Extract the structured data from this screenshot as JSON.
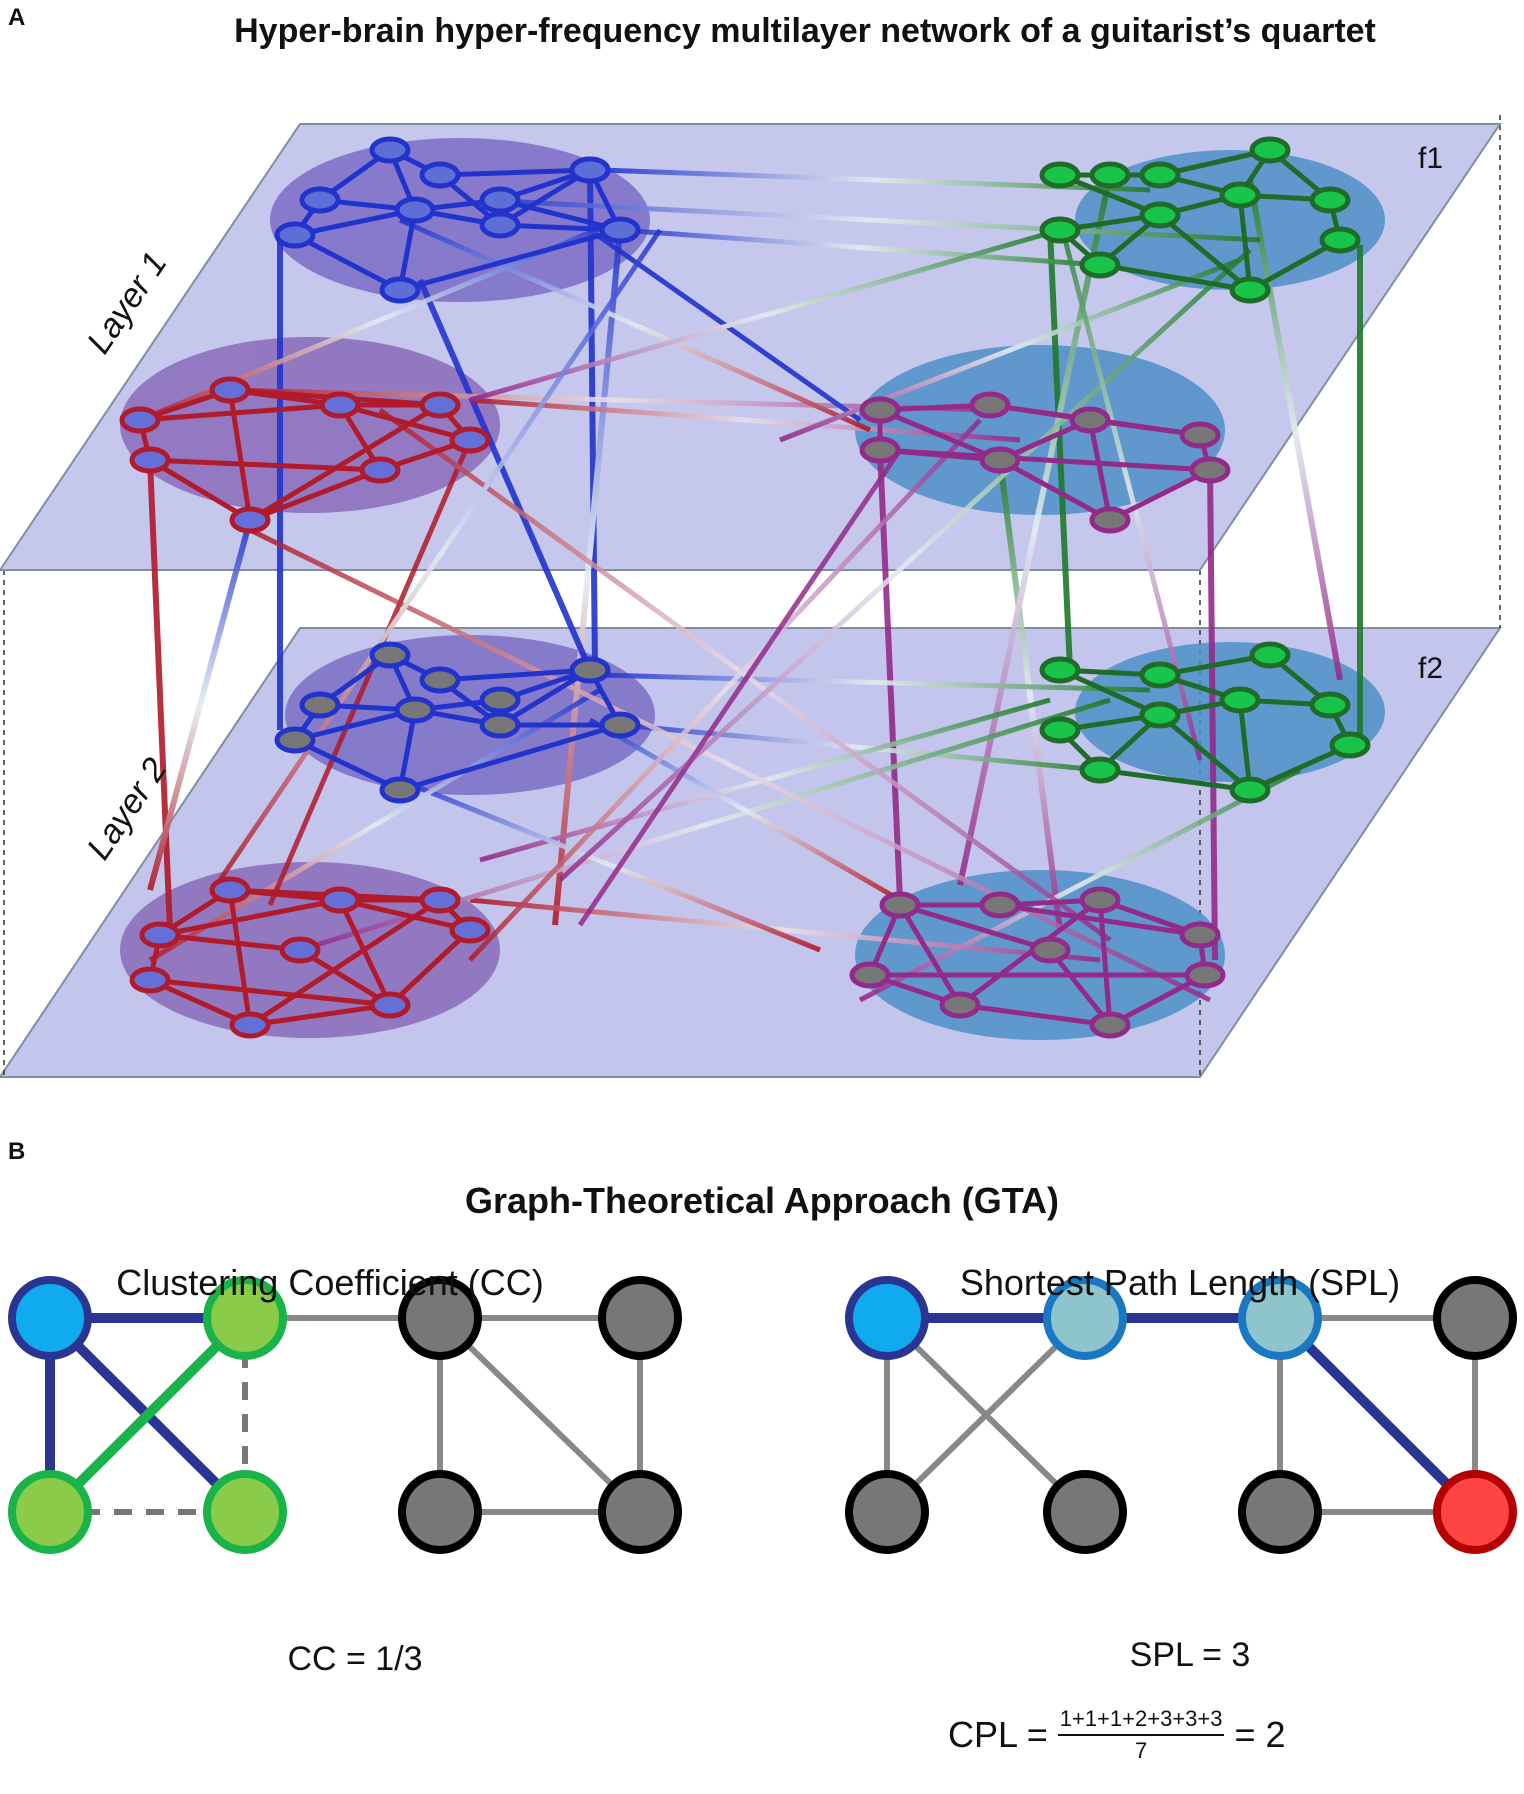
{
  "panel_a": {
    "letter": "A",
    "title": "Hyper-brain hyper-frequency multilayer network of a guitarist’s quartet",
    "layer1_label": "Layer 1",
    "layer2_label": "Layer 2",
    "f1_label": "f1",
    "f2_label": "f2",
    "colors": {
      "plane": "#c3c5ec",
      "blue": "#2233cc",
      "green": "#1f7a2a",
      "red": "#b01a2a",
      "purple": "#932a8a"
    }
  },
  "panel_b": {
    "letter": "B",
    "title": "Graph-Theoretical Approach (GTA)",
    "cc": {
      "title": "Clustering Coefficient (CC)",
      "result": "CC = 1/3"
    },
    "spl": {
      "title": "Shortest Path Length (SPL)",
      "result": "SPL = 3"
    },
    "cpl": {
      "lhs": "CPL =",
      "numerator": "1+1+1+2+3+3+3",
      "denominator": "7",
      "rhs": "= 2"
    },
    "colors": {
      "start_node": "#10aaee",
      "neighbor_node": "#8acc4a",
      "gray_node": "#777777",
      "path_node": "#8ec5cc",
      "end_node": "#ff4444",
      "path_edge": "#2a3592",
      "cc_edge": "#19b34a"
    }
  }
}
